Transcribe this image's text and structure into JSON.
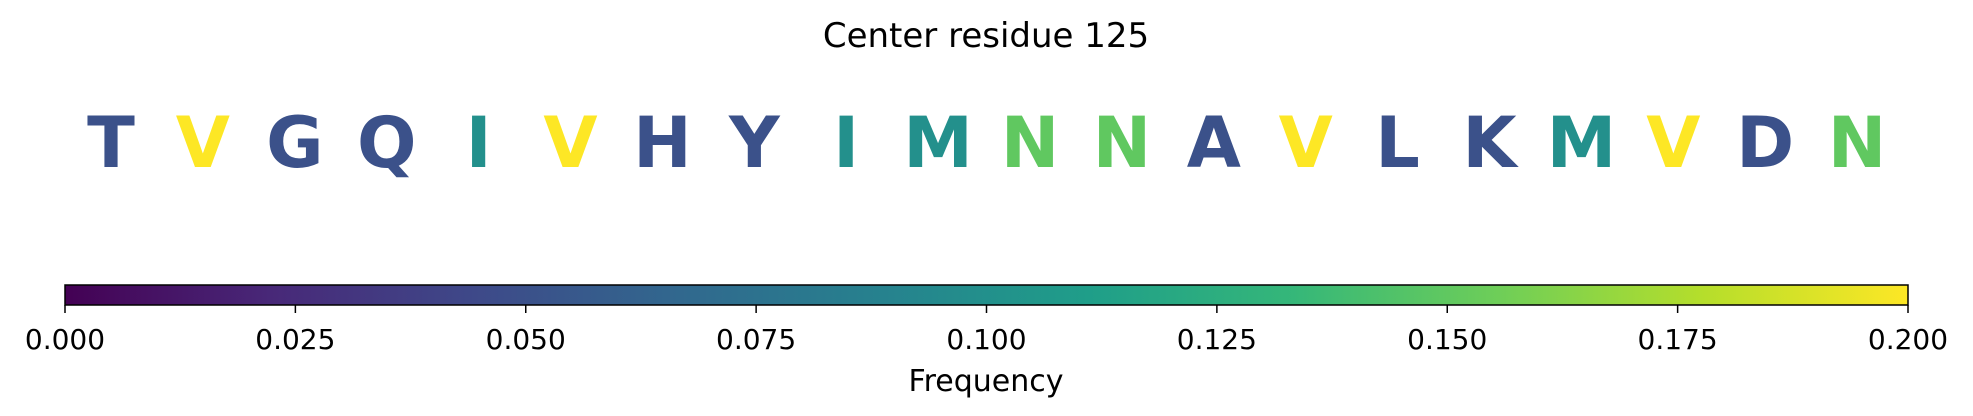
{
  "chart_data": {
    "type": "sequence-logo",
    "title": "Center residue 125",
    "residues": [
      {
        "letter": "T",
        "frequency": 0.05
      },
      {
        "letter": "V",
        "frequency": 0.2
      },
      {
        "letter": "G",
        "frequency": 0.05
      },
      {
        "letter": "Q",
        "frequency": 0.05
      },
      {
        "letter": "I",
        "frequency": 0.1
      },
      {
        "letter": "V",
        "frequency": 0.2
      },
      {
        "letter": "H",
        "frequency": 0.05
      },
      {
        "letter": "Y",
        "frequency": 0.05
      },
      {
        "letter": "I",
        "frequency": 0.1
      },
      {
        "letter": "M",
        "frequency": 0.1
      },
      {
        "letter": "N",
        "frequency": 0.15
      },
      {
        "letter": "N",
        "frequency": 0.15
      },
      {
        "letter": "A",
        "frequency": 0.05
      },
      {
        "letter": "V",
        "frequency": 0.2
      },
      {
        "letter": "L",
        "frequency": 0.05
      },
      {
        "letter": "K",
        "frequency": 0.05
      },
      {
        "letter": "M",
        "frequency": 0.1
      },
      {
        "letter": "V",
        "frequency": 0.2
      },
      {
        "letter": "D",
        "frequency": 0.05
      },
      {
        "letter": "N",
        "frequency": 0.15
      }
    ],
    "colorbar": {
      "label": "Frequency",
      "range": [
        0.0,
        0.2
      ],
      "ticks": [
        0.0,
        0.025,
        0.05,
        0.075,
        0.1,
        0.125,
        0.15,
        0.175,
        0.2
      ],
      "tick_labels": [
        "0.000",
        "0.025",
        "0.050",
        "0.075",
        "0.100",
        "0.125",
        "0.150",
        "0.175",
        "0.200"
      ],
      "colormap": "viridis",
      "colormap_stops": [
        "#440154",
        "#482878",
        "#3e4989",
        "#31688e",
        "#26828e",
        "#1f9e89",
        "#35b779",
        "#6ece58",
        "#b5de2b",
        "#fde725"
      ]
    }
  }
}
